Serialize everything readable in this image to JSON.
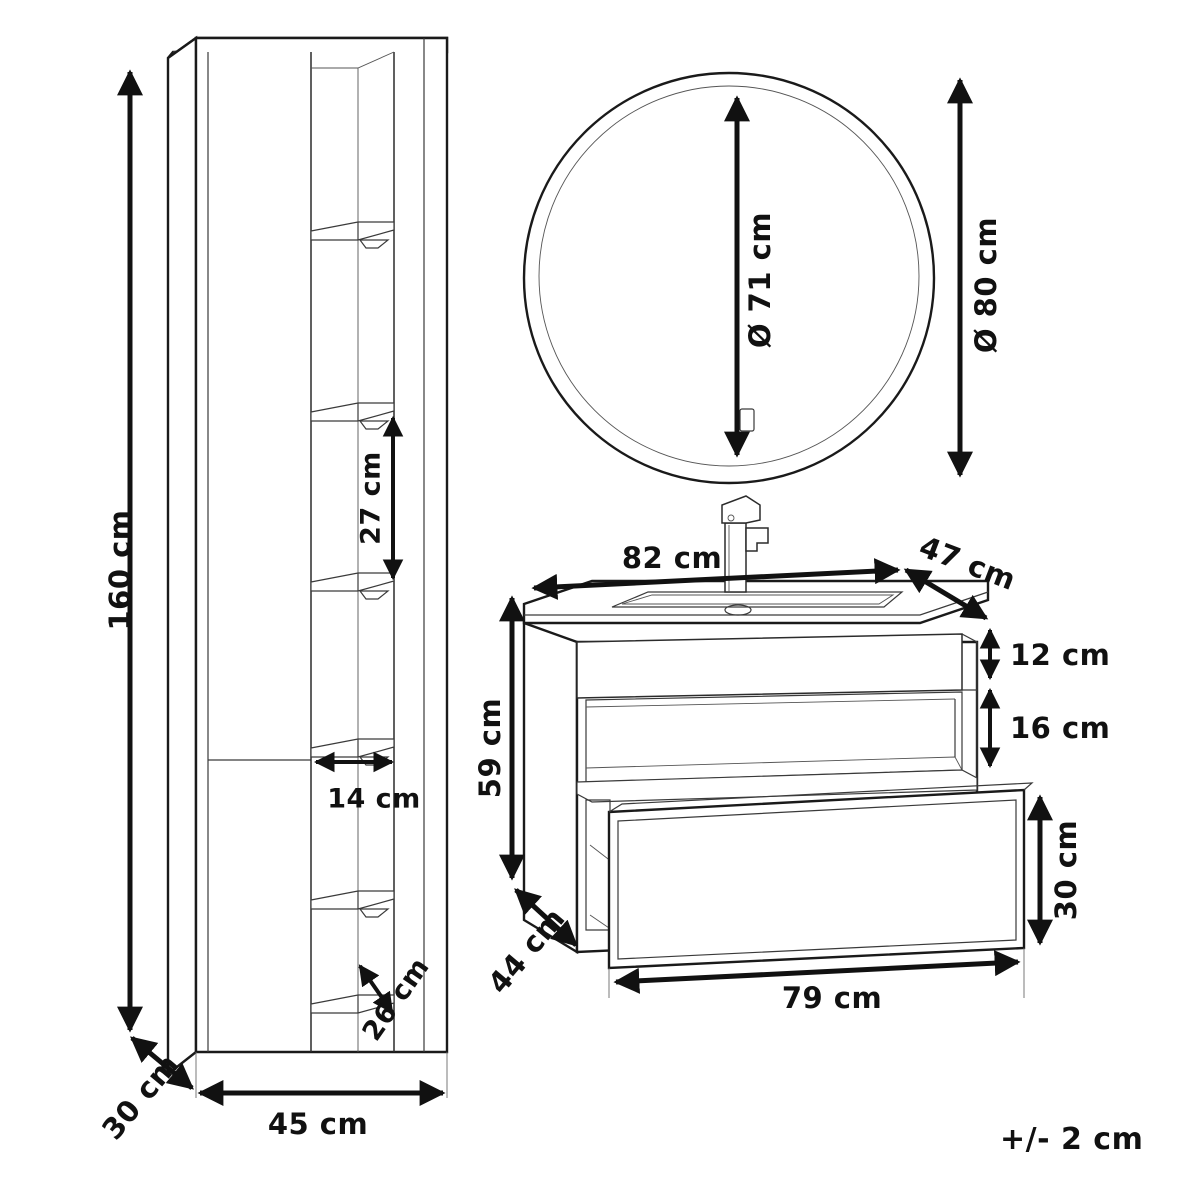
{
  "sheet": {
    "type": "technical-dimension-drawing",
    "subject": "bathroom furniture set",
    "background_color": "#ffffff",
    "line_color": "#1a1a1a",
    "tolerance_note": "+/- 2 cm"
  },
  "figures": {
    "tall_cabinet": {
      "name": "tall storage cabinet",
      "dimensions": {
        "height": "160 cm",
        "width": "45 cm",
        "depth": "30 cm",
        "shelf_gap": "27 cm",
        "shelf_width": "14 cm",
        "shelf_depth": "26 cm"
      }
    },
    "mirror": {
      "name": "round mirror",
      "dimensions": {
        "outer_diameter": "Ø 80 cm",
        "glass_diameter": "Ø 71 cm"
      }
    },
    "vanity": {
      "name": "washbasin vanity unit with drawer",
      "dimensions": {
        "basin_width": "82 cm",
        "basin_depth": "47 cm",
        "total_height": "59 cm",
        "cabinet_depth": "44 cm",
        "drawer_front_top": "12 cm",
        "open_niche_height": "16 cm",
        "lower_drawer_height": "30 cm",
        "lower_drawer_width": "79 cm"
      }
    }
  },
  "labels": {
    "cabinet_height": "160 cm",
    "cabinet_width": "45 cm",
    "cabinet_depth": "30 cm",
    "cabinet_shelf_gap": "27 cm",
    "cabinet_shelf_width": "14 cm",
    "cabinet_shelf_depth": "26 cm",
    "mirror_glass": "Ø 71 cm",
    "mirror_outer": "Ø 80 cm",
    "vanity_width": "82 cm",
    "vanity_depth_top": "47 cm",
    "vanity_height": "59 cm",
    "vanity_depth": "44 cm",
    "drawer_top_height": "12 cm",
    "niche_height": "16 cm",
    "drawer_height": "30 cm",
    "drawer_width": "79 cm",
    "tolerance": "+/- 2 cm"
  }
}
